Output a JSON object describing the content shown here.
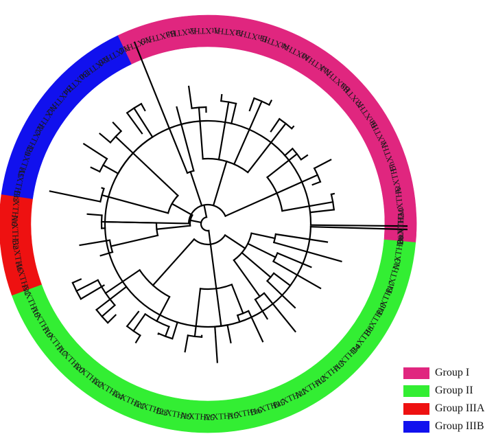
{
  "figure": {
    "groups": [
      {
        "id": "I",
        "label": "Group I",
        "color": "#e0267f"
      },
      {
        "id": "II",
        "label": "Group II",
        "color": "#33ee33"
      },
      {
        "id": "IIIA",
        "label": "Group IIIA",
        "color": "#ee1111"
      },
      {
        "id": "IIIB",
        "label": "Group IIIB",
        "color": "#1111ee"
      }
    ],
    "leaves": [
      {
        "label": "BnXTH2",
        "group": "I"
      },
      {
        "label": "AtXTH26",
        "group": "II"
      },
      {
        "label": "BnXTH13",
        "group": "II"
      },
      {
        "label": "BnXTH17",
        "group": "II"
      },
      {
        "label": "BnXTH18",
        "group": "II"
      },
      {
        "label": "BnXTH8",
        "group": "II"
      },
      {
        "label": "AtXTH14",
        "group": "II"
      },
      {
        "label": "AtXTH13",
        "group": "II"
      },
      {
        "label": "AtXTH12",
        "group": "II"
      },
      {
        "label": "BnXTH11",
        "group": "II"
      },
      {
        "label": "BnXTH15",
        "group": "II"
      },
      {
        "label": "AtXTH16",
        "group": "II"
      },
      {
        "label": "AtXTH15",
        "group": "II"
      },
      {
        "label": "AtXTH25",
        "group": "II"
      },
      {
        "label": "BnXTH19",
        "group": "II"
      },
      {
        "label": "AtXTH23",
        "group": "II"
      },
      {
        "label": "AtXTH21",
        "group": "II"
      },
      {
        "label": "AtXTH24",
        "group": "II"
      },
      {
        "label": "AtXTH22",
        "group": "II"
      },
      {
        "label": "AtXTH20",
        "group": "II"
      },
      {
        "label": "AtXTH17",
        "group": "II"
      },
      {
        "label": "AtXTH19",
        "group": "II"
      },
      {
        "label": "AtXTH18",
        "group": "II"
      },
      {
        "label": "AtXTH31",
        "group": "IIIA"
      },
      {
        "label": "BnXTH6",
        "group": "IIIA"
      },
      {
        "label": "AtXTH32",
        "group": "IIIA"
      },
      {
        "label": "BnXTH16",
        "group": "IIIA"
      },
      {
        "label": "AtXTH33",
        "group": "IIIB"
      },
      {
        "label": "BnXTH5",
        "group": "IIIB"
      },
      {
        "label": "AtXTH29",
        "group": "IIIB"
      },
      {
        "label": "AtXTH27",
        "group": "IIIB"
      },
      {
        "label": "BnXTH12",
        "group": "IIIB"
      },
      {
        "label": "BnXTH4",
        "group": "IIIB"
      },
      {
        "label": "AtXTH30",
        "group": "IIIB"
      },
      {
        "label": "AtXTH28",
        "group": "IIIB"
      },
      {
        "label": "AtXTH11",
        "group": "I"
      },
      {
        "label": "BnXTH19",
        "group": "I"
      },
      {
        "label": "AtXTH3",
        "group": "I"
      },
      {
        "label": "AtXTH2",
        "group": "I"
      },
      {
        "label": "AtXTH1",
        "group": "I"
      },
      {
        "label": "BnXTH3",
        "group": "I"
      },
      {
        "label": "AtXTH5",
        "group": "I"
      },
      {
        "label": "AtXTH4",
        "group": "I"
      },
      {
        "label": "AtXTH10",
        "group": "I"
      },
      {
        "label": "BnXTH14",
        "group": "I"
      },
      {
        "label": "AtXTH9",
        "group": "I"
      },
      {
        "label": "BnXTH7",
        "group": "I"
      },
      {
        "label": "AtXTH8",
        "group": "I"
      },
      {
        "label": "BnXTH1",
        "group": "I"
      },
      {
        "label": "AtXTH7",
        "group": "I"
      },
      {
        "label": "AtXTH6",
        "group": "I"
      },
      {
        "label": "BnXTH10",
        "group": "I"
      }
    ]
  }
}
